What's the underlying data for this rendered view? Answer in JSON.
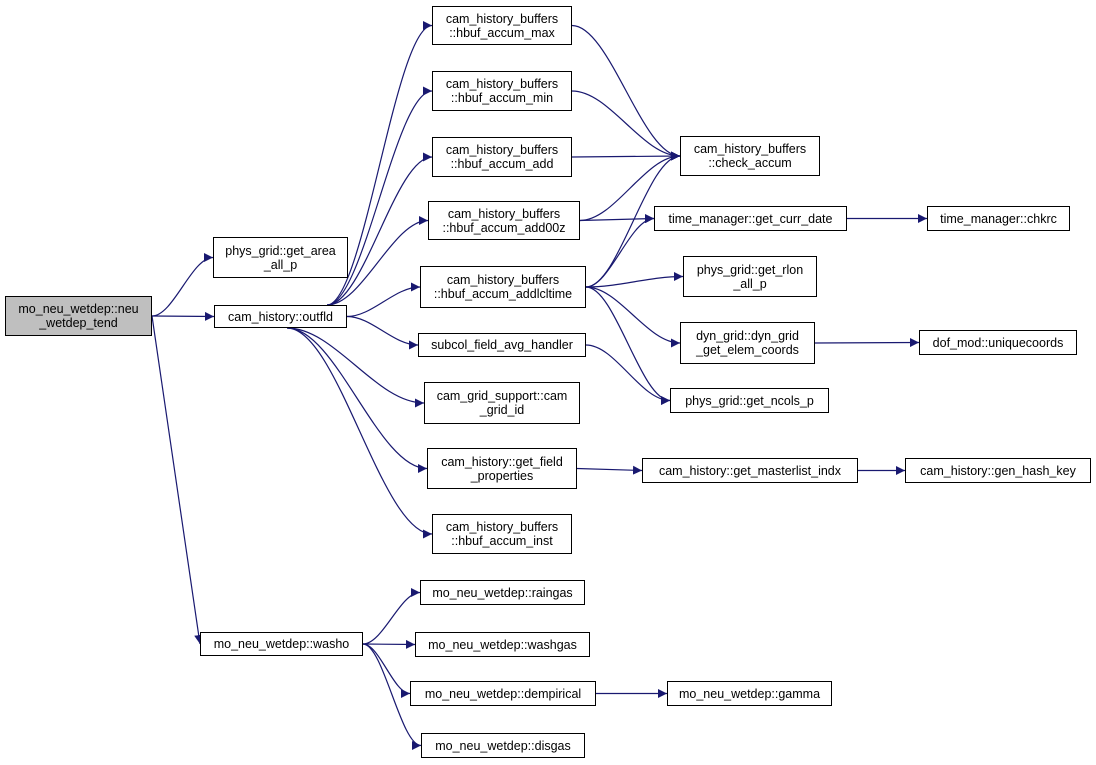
{
  "diagram": {
    "type": "call-graph",
    "edge_color": "#191970",
    "root_fill": "#bfbfbf",
    "nodes": [
      {
        "id": "root",
        "lines": [
          "mo_neu_wetdep::neu",
          "_wetdep_tend"
        ],
        "root": true
      },
      {
        "id": "get_area",
        "lines": [
          "phys_grid::get_area",
          "_all_p"
        ]
      },
      {
        "id": "outfld",
        "lines": [
          "cam_history::outfld"
        ]
      },
      {
        "id": "washo",
        "lines": [
          "mo_neu_wetdep::washo"
        ]
      },
      {
        "id": "accum_max",
        "lines": [
          "cam_history_buffers",
          "::hbuf_accum_max"
        ]
      },
      {
        "id": "accum_min",
        "lines": [
          "cam_history_buffers",
          "::hbuf_accum_min"
        ]
      },
      {
        "id": "accum_add",
        "lines": [
          "cam_history_buffers",
          "::hbuf_accum_add"
        ]
      },
      {
        "id": "accum_add00z",
        "lines": [
          "cam_history_buffers",
          "::hbuf_accum_add00z"
        ]
      },
      {
        "id": "accum_addlcltime",
        "lines": [
          "cam_history_buffers",
          "::hbuf_accum_addlcltime"
        ]
      },
      {
        "id": "subcol",
        "lines": [
          "subcol_field_avg_handler"
        ]
      },
      {
        "id": "cam_grid_id",
        "lines": [
          "cam_grid_support::cam",
          "_grid_id"
        ]
      },
      {
        "id": "get_field_props",
        "lines": [
          "cam_history::get_field",
          "_properties"
        ]
      },
      {
        "id": "accum_inst",
        "lines": [
          "cam_history_buffers",
          "::hbuf_accum_inst"
        ]
      },
      {
        "id": "check_accum",
        "lines": [
          "cam_history_buffers",
          "::check_accum"
        ]
      },
      {
        "id": "get_curr_date",
        "lines": [
          "time_manager::get_curr_date"
        ]
      },
      {
        "id": "chkrc",
        "lines": [
          "time_manager::chkrc"
        ]
      },
      {
        "id": "get_rlon",
        "lines": [
          "phys_grid::get_rlon",
          "_all_p"
        ]
      },
      {
        "id": "dyn_grid",
        "lines": [
          "dyn_grid::dyn_grid",
          "_get_elem_coords"
        ]
      },
      {
        "id": "uniquecoords",
        "lines": [
          "dof_mod::uniquecoords"
        ]
      },
      {
        "id": "get_ncols",
        "lines": [
          "phys_grid::get_ncols_p"
        ]
      },
      {
        "id": "masterlist",
        "lines": [
          "cam_history::get_masterlist_indx"
        ]
      },
      {
        "id": "hash_key",
        "lines": [
          "cam_history::gen_hash_key"
        ]
      },
      {
        "id": "raingas",
        "lines": [
          "mo_neu_wetdep::raingas"
        ]
      },
      {
        "id": "washgas",
        "lines": [
          "mo_neu_wetdep::washgas"
        ]
      },
      {
        "id": "dempirical",
        "lines": [
          "mo_neu_wetdep::dempirical"
        ]
      },
      {
        "id": "gamma",
        "lines": [
          "mo_neu_wetdep::gamma"
        ]
      },
      {
        "id": "disgas",
        "lines": [
          "mo_neu_wetdep::disgas"
        ]
      }
    ],
    "edges": [
      [
        "root",
        "get_area"
      ],
      [
        "root",
        "outfld"
      ],
      [
        "root",
        "washo"
      ],
      [
        "outfld",
        "accum_max"
      ],
      [
        "outfld",
        "accum_min"
      ],
      [
        "outfld",
        "accum_add"
      ],
      [
        "outfld",
        "accum_add00z"
      ],
      [
        "outfld",
        "accum_addlcltime"
      ],
      [
        "outfld",
        "subcol"
      ],
      [
        "outfld",
        "cam_grid_id"
      ],
      [
        "outfld",
        "get_field_props"
      ],
      [
        "outfld",
        "accum_inst"
      ],
      [
        "accum_max",
        "check_accum"
      ],
      [
        "accum_min",
        "check_accum"
      ],
      [
        "accum_add",
        "check_accum"
      ],
      [
        "accum_add00z",
        "check_accum"
      ],
      [
        "accum_add00z",
        "get_curr_date"
      ],
      [
        "accum_addlcltime",
        "check_accum"
      ],
      [
        "accum_addlcltime",
        "get_curr_date"
      ],
      [
        "accum_addlcltime",
        "get_rlon"
      ],
      [
        "accum_addlcltime",
        "dyn_grid"
      ],
      [
        "accum_addlcltime",
        "get_ncols"
      ],
      [
        "subcol",
        "get_ncols"
      ],
      [
        "get_curr_date",
        "chkrc"
      ],
      [
        "dyn_grid",
        "uniquecoords"
      ],
      [
        "get_field_props",
        "masterlist"
      ],
      [
        "masterlist",
        "hash_key"
      ],
      [
        "washo",
        "raingas"
      ],
      [
        "washo",
        "washgas"
      ],
      [
        "washo",
        "dempirical"
      ],
      [
        "washo",
        "disgas"
      ],
      [
        "dempirical",
        "gamma"
      ]
    ]
  }
}
